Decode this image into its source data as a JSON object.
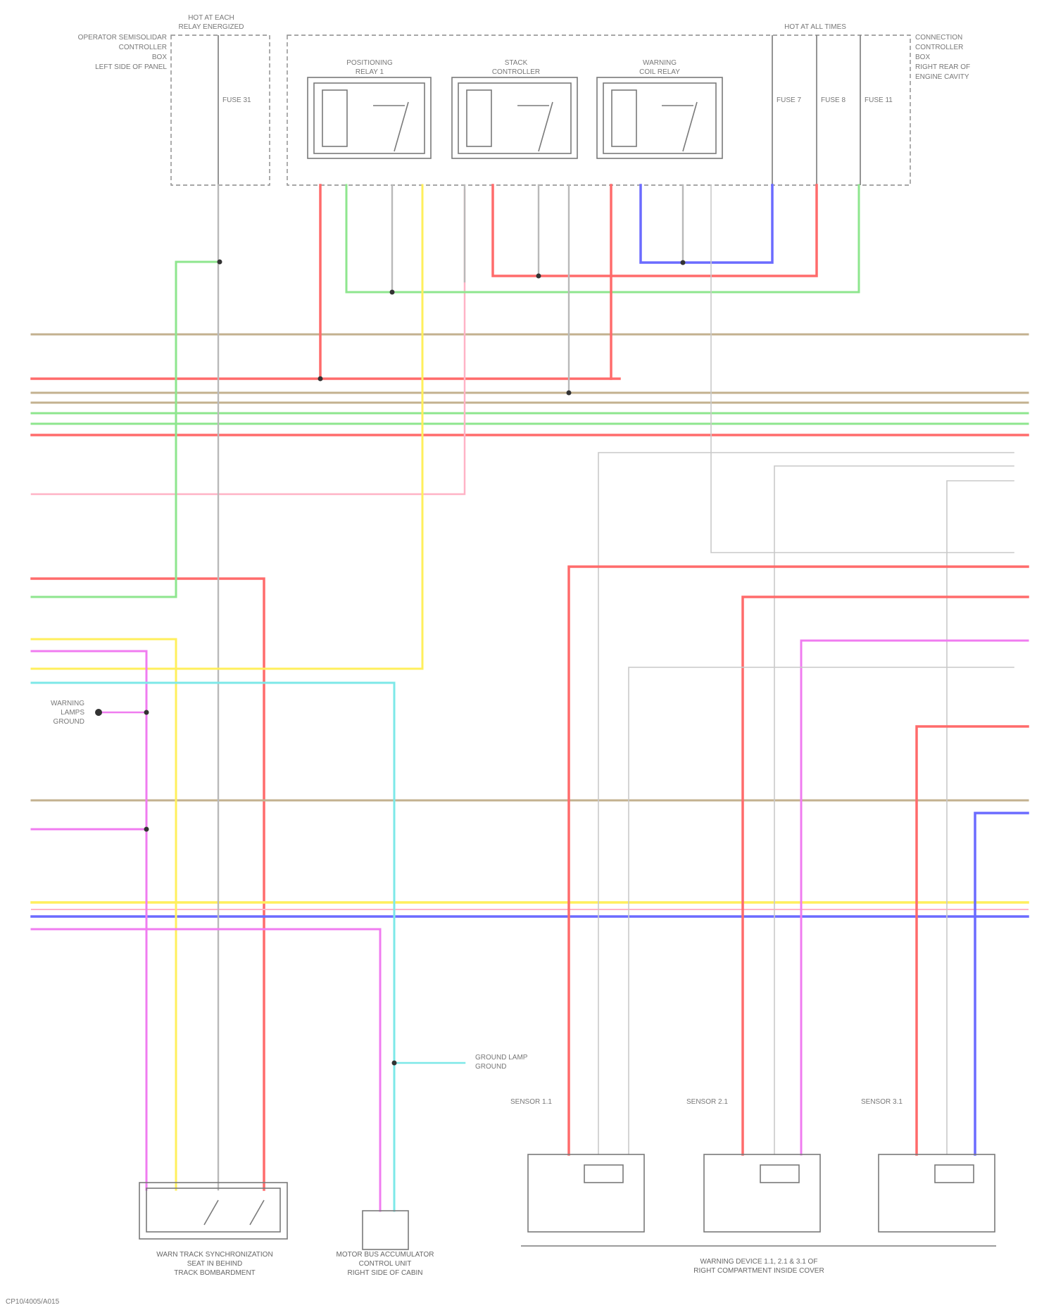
{
  "diagram": {
    "box_labels": {
      "left_module": [
        "OPERATOR SEMISOLIDAR",
        "CONTROLLER",
        "BOX",
        "LEFT SIDE OF PANEL"
      ],
      "fuse_block_left": [
        "HOT AT EACH",
        "RELAY ENERGIZED"
      ],
      "relay_1": [
        "POSITIONING",
        "RELAY 1"
      ],
      "relay_2": [
        "STACK",
        "CONTROLLER"
      ],
      "relay_3": [
        "WARNING",
        "COIL RELAY"
      ],
      "fuse_block_right": [
        "HOT AT ALL TIMES"
      ],
      "right_module": [
        "CONNECTION",
        "CONTROLLER",
        "BOX",
        "RIGHT REAR OF",
        "ENGINE CAVITY"
      ]
    },
    "fuses": [
      "FUSE 31",
      "FUSE 7",
      "FUSE 8",
      "FUSE 11"
    ],
    "bottom_labels": {
      "switch": [
        "WARN TRACK SYNCHRONIZATION",
        "SEAT IN BEHIND",
        "TRACK BOMBARDMENT"
      ],
      "controller": [
        "MOTOR BUS ACCUMULATOR",
        "CONTROL UNIT",
        "RIGHT SIDE OF CABIN"
      ],
      "groups": [
        "WARNING DEVICE 1.1, 2.1 & 3.1 OF",
        "RIGHT COMPARTMENT INSIDE COVER"
      ]
    },
    "side_labels": {
      "ground_left": [
        "WARNING",
        "LAMPS",
        "GROUND"
      ],
      "ground_right": [
        "GROUND LAMP",
        "GROUND"
      ],
      "motor_labels": [
        "SENSOR 1.1",
        "SENSOR 2.1",
        "SENSOR 3.1"
      ]
    },
    "footer": "CP10/4005/A015"
  }
}
